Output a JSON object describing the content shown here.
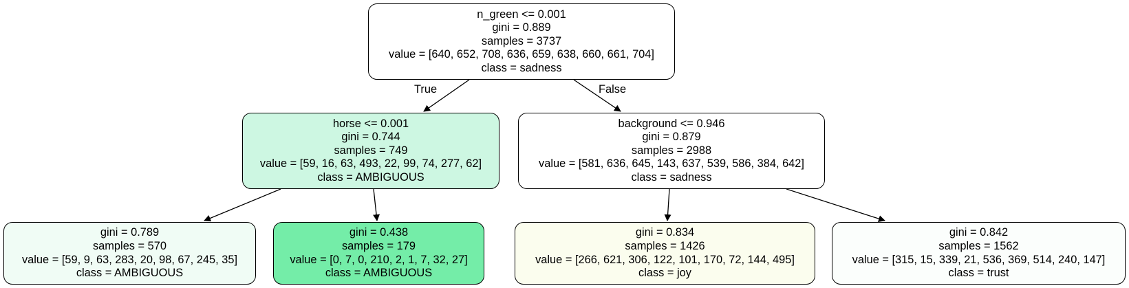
{
  "tree": {
    "root": {
      "fill": "#ffffff",
      "lines": [
        "n_green <= 0.001",
        "gini = 0.889",
        "samples = 3737",
        "value = [640, 652, 708, 636, 659, 638, 660, 661, 704]",
        "class = sadness"
      ]
    },
    "left": {
      "fill": "#cdf7e2",
      "lines": [
        "horse <= 0.001",
        "gini = 0.744",
        "samples = 749",
        "value = [59, 16, 63, 493, 22, 99, 74, 277, 62]",
        "class = AMBIGUOUS"
      ]
    },
    "right": {
      "fill": "#ffffff",
      "lines": [
        "background <= 0.946",
        "gini = 0.879",
        "samples = 2988",
        "value = [581, 636, 645, 143, 637, 539, 586, 384, 642]",
        "class = sadness"
      ]
    },
    "left_left": {
      "fill": "#f0fcf5",
      "lines": [
        "gini = 0.789",
        "samples = 570",
        "value = [59, 9, 63, 283, 20, 98, 67, 245, 35]",
        "class = AMBIGUOUS"
      ]
    },
    "left_right": {
      "fill": "#74eda8",
      "lines": [
        "gini = 0.438",
        "samples = 179",
        "value = [0, 7, 0, 210, 2, 1, 7, 32, 27]",
        "class = AMBIGUOUS"
      ]
    },
    "right_left": {
      "fill": "#fbfdee",
      "lines": [
        "gini = 0.834",
        "samples = 1426",
        "value = [266, 621, 306, 122, 101, 170, 72, 144, 495]",
        "class = joy"
      ]
    },
    "right_right": {
      "fill": "#fbfefc",
      "lines": [
        "gini = 0.842",
        "samples = 1562",
        "value = [315, 15, 339, 21, 536, 369, 514, 240, 147]",
        "class = trust"
      ]
    }
  },
  "edge_labels": {
    "true": "True",
    "false": "False"
  },
  "colors": {
    "stroke": "#000000",
    "background": "#ffffff"
  }
}
